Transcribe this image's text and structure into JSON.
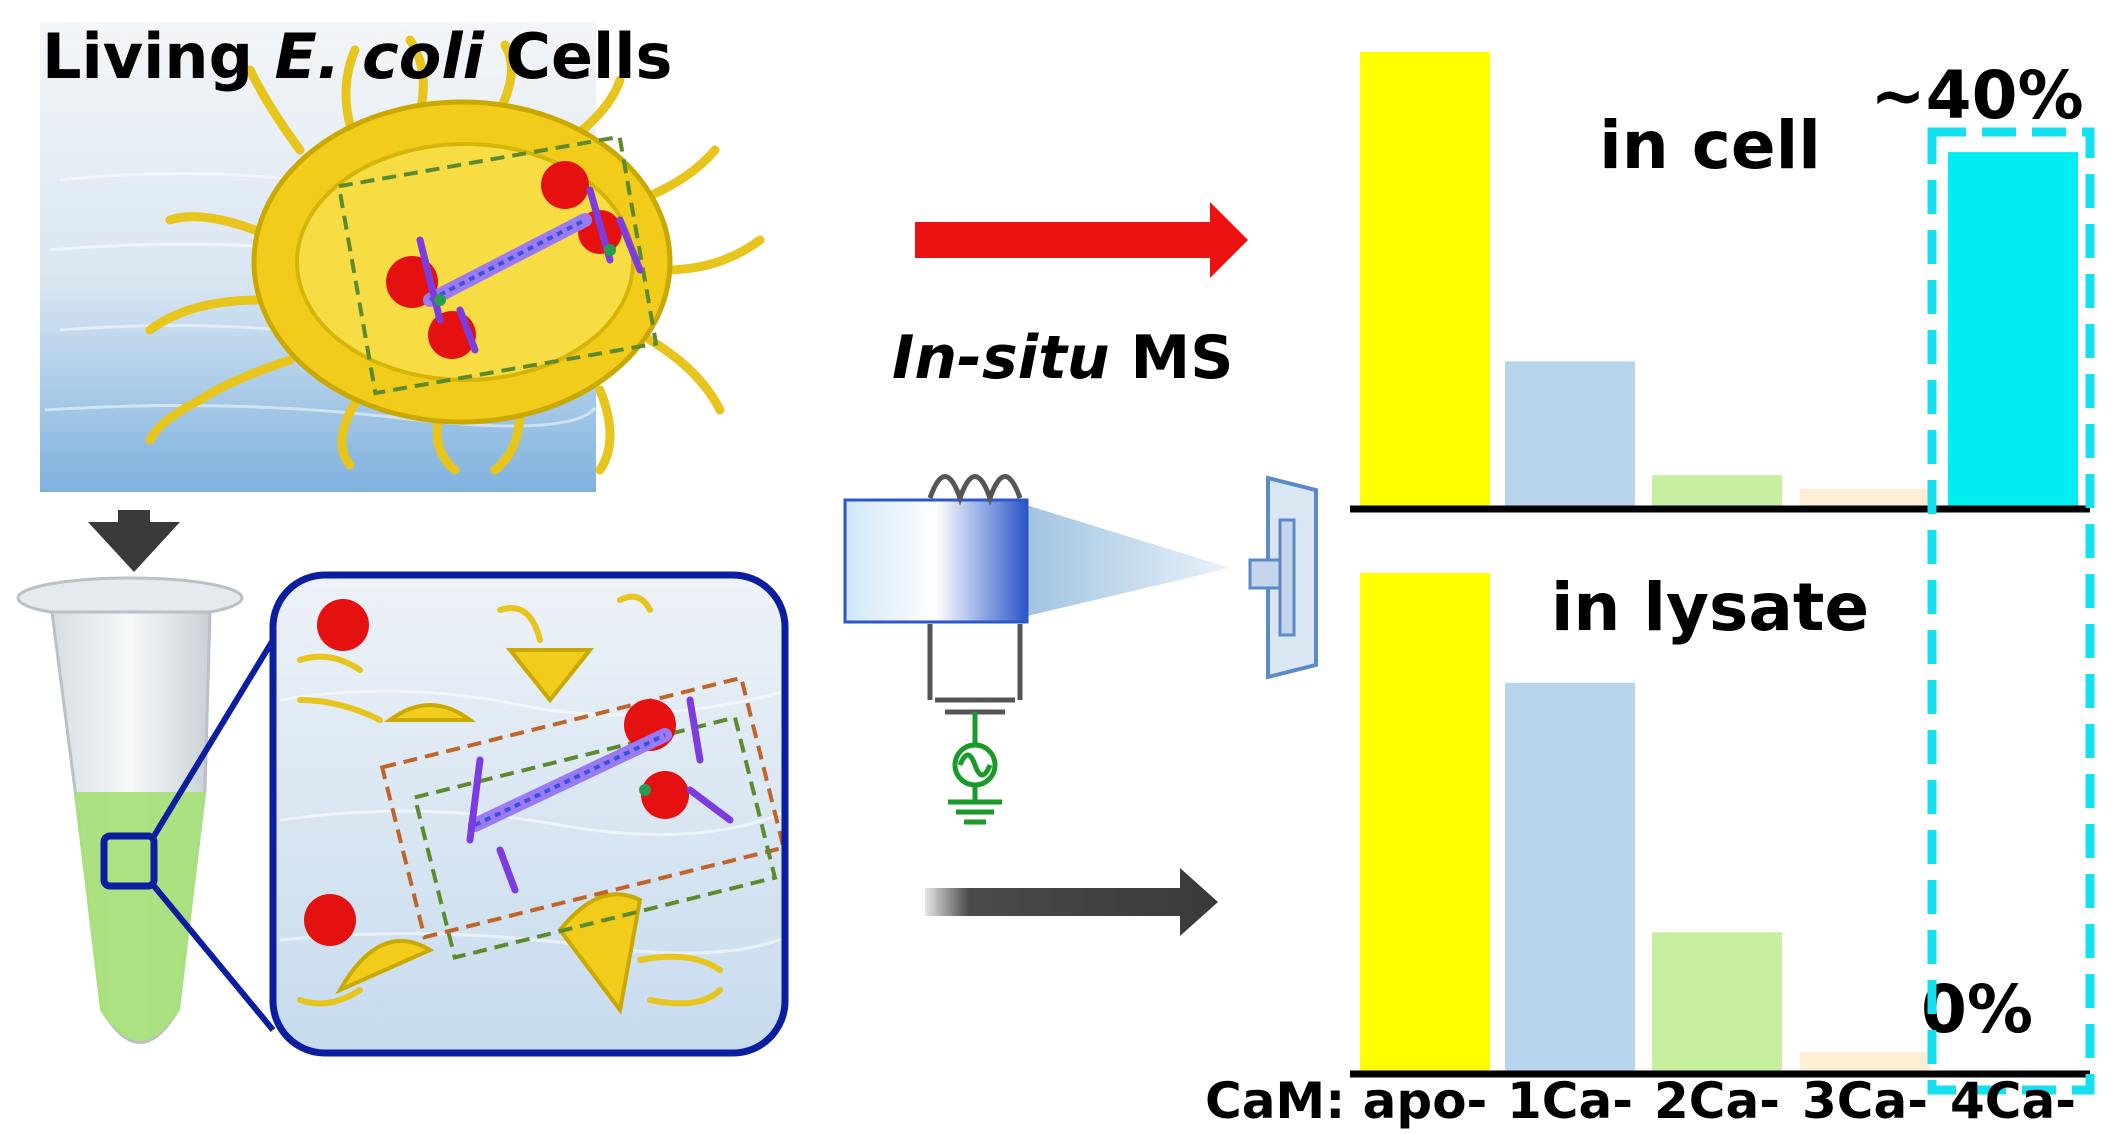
{
  "panel_title": {
    "pre": "Living ",
    "italic": "E. coli",
    "post": " Cells"
  },
  "method_label": {
    "italic": "In-situ",
    "post": " MS"
  },
  "legend_prefix": "CaM:",
  "colors": {
    "apo": "#ffff00",
    "1Ca": "#b8d4ec",
    "2Ca": "#c6f0a0",
    "3Ca": "#fdeed4",
    "4Ca": "#00eef2",
    "highlight": "#14e0ef",
    "arrow_cell": "#ee1111",
    "arrow_lysate": "#404040",
    "cell_yellow": "#f2d31c",
    "tube_liquid": "#a8e07a",
    "zoom_frame": "#0c1ea0",
    "ground_green": "#1a9a28"
  },
  "chart_data": [
    {
      "type": "bar",
      "title": "in cell",
      "categories": [
        "apo-",
        "1Ca-",
        "2Ca-",
        "3Ca-",
        "4Ca-"
      ],
      "values": [
        100,
        32,
        7,
        4,
        78
      ],
      "ylim": [
        0,
        100
      ],
      "annotation": "~40%"
    },
    {
      "type": "bar",
      "title": "in lysate",
      "categories": [
        "apo-",
        "1Ca-",
        "2Ca-",
        "3Ca-",
        "4Ca-"
      ],
      "values": [
        100,
        78,
        28,
        4,
        0
      ],
      "ylim": [
        0,
        100
      ],
      "annotation": "0%"
    }
  ]
}
